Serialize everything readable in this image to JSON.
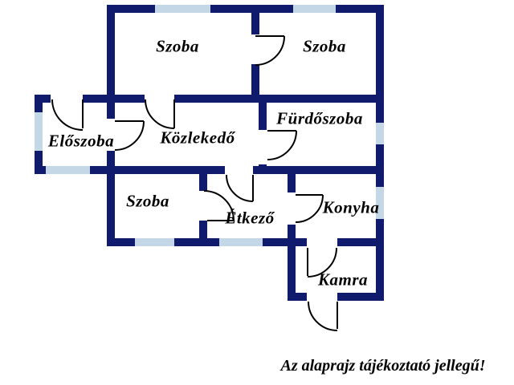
{
  "colors": {
    "wall": "#111b6d",
    "window": "#c3d7e6",
    "door_line": "#000000",
    "background": "#ffffff",
    "text": "#000000"
  },
  "rooms": {
    "szoba_top_left": "Szoba",
    "szoba_top_right": "Szoba",
    "furdoszoba": "Fürdőszoba",
    "eloszoba": "Előszoba",
    "kozlekedo": "Közlekedő",
    "szoba_bottom": "Szoba",
    "etkezo": "Étkező",
    "konyha": "Konyha",
    "kamra": "Kamra"
  },
  "disclaimer": "Az alaprajz tájékoztató jellegű!"
}
